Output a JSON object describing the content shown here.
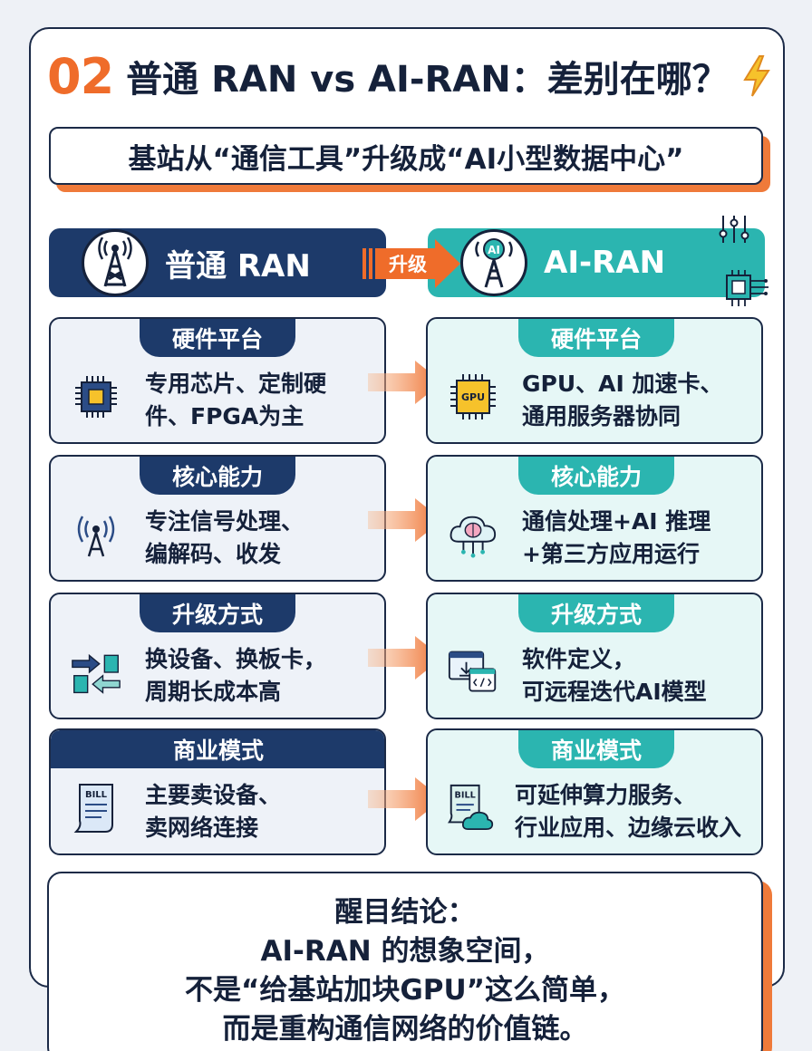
{
  "title": {
    "number": "02",
    "text": "普通 RAN vs AI-RAN：差别在哪？"
  },
  "subtitle": "基站从“通信工具”升级成“AI小型数据中心”",
  "header": {
    "left_label": "普通 RAN",
    "upgrade_label": "升级",
    "right_label": "AI-RAN",
    "antenna_ai_label": "AI"
  },
  "rows": [
    {
      "left": {
        "tag": "硬件平台",
        "text": "专用芯片、定制硬\n件、FPGA为主",
        "icon": "chip-icon"
      },
      "right": {
        "tag": "硬件平台",
        "text": "GPU、AI 加速卡、\n通用服务器协同",
        "icon": "gpu-chip-icon",
        "icon_label": "GPU"
      }
    },
    {
      "left": {
        "tag": "核心能力",
        "text": "专注信号处理、\n编解码、收发",
        "icon": "antenna-signal-icon"
      },
      "right": {
        "tag": "核心能力",
        "text": "通信处理+AI 推理\n+第三方应用运行",
        "icon": "cloud-brain-icon"
      }
    },
    {
      "left": {
        "tag": "升级方式",
        "text": "换设备、换板卡，\n周期长成本高",
        "icon": "swap-board-icon"
      },
      "right": {
        "tag": "升级方式",
        "text": "软件定义，\n可远程迭代AI模型",
        "icon": "software-window-icon"
      }
    },
    {
      "left": {
        "tag": "商业模式",
        "text": "主要卖设备、\n卖网络连接",
        "icon": "bill-icon",
        "icon_label": "BILL"
      },
      "right": {
        "tag": "商业模式",
        "text": "可延伸算力服务、\n行业应用、边缘云收入",
        "icon": "bill-cloud-icon",
        "icon_label": "BILL"
      }
    }
  ],
  "conclusion": {
    "heading": "醒目结论：",
    "lines": [
      "AI-RAN 的想象空间，",
      "不是“给基站加块GPU”这么简单，",
      "而是重构通信网络的价值链。"
    ]
  },
  "colors": {
    "navy": "#1d3a6a",
    "teal": "#2bb5b0",
    "orange": "#ef7a3a",
    "title_orange": "#ef6c2a"
  }
}
